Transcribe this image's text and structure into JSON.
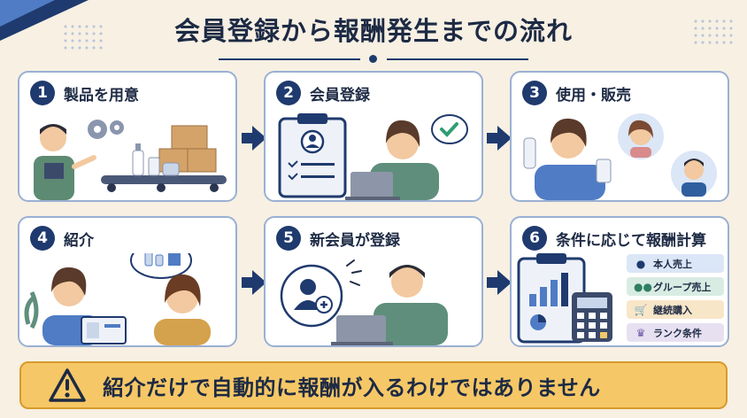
{
  "header": {
    "title": "会員登録から報酬発生までの流れ"
  },
  "steps": [
    {
      "number": "1",
      "title": "製品を用意"
    },
    {
      "number": "2",
      "title": "会員登録"
    },
    {
      "number": "3",
      "title": "使用・販売"
    },
    {
      "number": "4",
      "title": "紹介"
    },
    {
      "number": "5",
      "title": "新会員が登録"
    },
    {
      "number": "6",
      "title": "条件に応じて報酬計算"
    }
  ],
  "conditions": [
    {
      "label": "本人売上",
      "icon": "person-icon",
      "color": "#dbe6f7"
    },
    {
      "label": "グループ売上",
      "icon": "group-icon",
      "color": "#d9ece3"
    },
    {
      "label": "継続購入",
      "icon": "cart-icon",
      "color": "#f8e6c8"
    },
    {
      "label": "ランク条件",
      "icon": "crown-icon",
      "color": "#e6e0f1"
    }
  ],
  "warning": {
    "text": "紹介だけで自動的に報酬が入るわけではありません",
    "icon": "warning-icon"
  },
  "colors": {
    "navy": "#1f3a6e",
    "card_border": "#9ab0d3",
    "warning_bg": "#f6c766",
    "page_bg": "#f7f0e3"
  }
}
